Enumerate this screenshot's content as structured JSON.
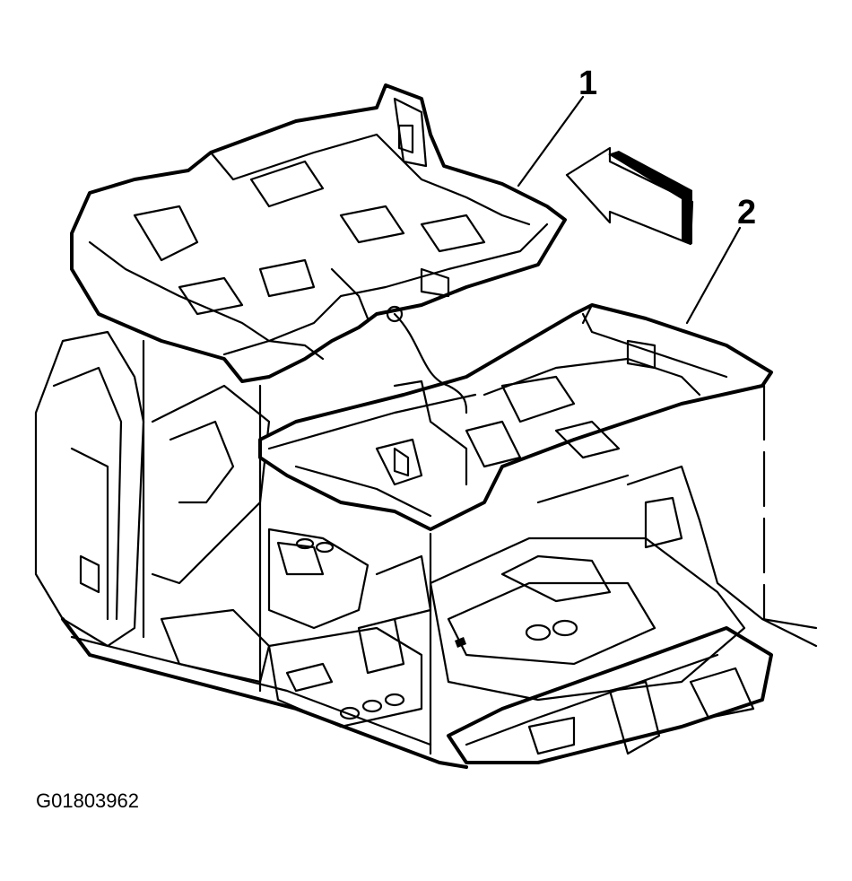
{
  "diagram": {
    "callouts": [
      {
        "id": "1",
        "label": "1"
      },
      {
        "id": "2",
        "label": "2"
      }
    ],
    "figure_id": "G01803962",
    "colors": {
      "line": "#000000",
      "background": "#ffffff"
    },
    "icons": {
      "direction_arrow": "front-direction-arrow-icon"
    }
  }
}
